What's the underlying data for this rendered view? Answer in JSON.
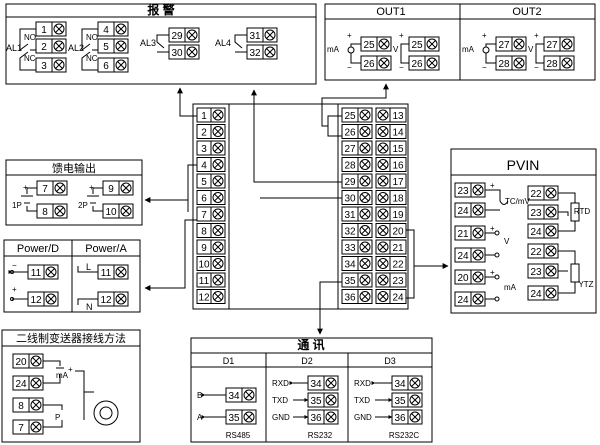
{
  "alarm": {
    "title": "报 警",
    "groups": [
      {
        "label": "AL1",
        "no": "NO",
        "nc": "NC",
        "terms": [
          "1",
          "2",
          "3"
        ]
      },
      {
        "label": "AL2",
        "no": "NO",
        "nc": "NC",
        "terms": [
          "4",
          "5",
          "6"
        ]
      }
    ],
    "al3": {
      "label": "AL3",
      "terms": [
        "29",
        "30"
      ]
    },
    "al4": {
      "label": "AL4",
      "terms": [
        "31",
        "32"
      ]
    }
  },
  "out": {
    "out1": {
      "title": "OUT1",
      "ma": "mA",
      "v": "V",
      "terms": [
        "25",
        "26"
      ]
    },
    "out2": {
      "title": "OUT2",
      "ma": "mA",
      "v": "V",
      "terms": [
        "27",
        "28"
      ]
    }
  },
  "feed": {
    "title": "馈电输出",
    "p1": {
      "label": "1P",
      "terms": [
        "7",
        "8"
      ]
    },
    "p2": {
      "label": "2P",
      "terms": [
        "9",
        "10"
      ]
    }
  },
  "power": {
    "d_title": "Power/D",
    "a_title": "Power/A",
    "d_terms": [
      "11",
      "12"
    ],
    "a_terms": [
      "11",
      "12"
    ],
    "a_l": "L",
    "a_n": "N"
  },
  "twowire": {
    "title": "二线制变送器接线方法",
    "terms": [
      "20",
      "24",
      "8",
      "7"
    ],
    "ma": "mA",
    "p": "P"
  },
  "comm": {
    "title": "通 讯",
    "d1": {
      "head": "D1",
      "lines": [
        {
          "sig": "B",
          "term": "34"
        },
        {
          "sig": "A",
          "term": "35"
        }
      ],
      "std": "RS485"
    },
    "d2": {
      "head": "D2",
      "lines": [
        {
          "sig": "RXD",
          "term": "34"
        },
        {
          "sig": "TXD",
          "term": "35"
        },
        {
          "sig": "GND",
          "term": "36"
        }
      ],
      "std": "RS232"
    },
    "d3": {
      "head": "D3",
      "lines": [
        {
          "sig": "RXD",
          "term": "34"
        },
        {
          "sig": "TXD",
          "term": "35"
        },
        {
          "sig": "GND",
          "term": "36"
        }
      ],
      "std": "RS232C"
    }
  },
  "pvin": {
    "title": "PVIN",
    "tc": {
      "label": "TC/mV",
      "terms": [
        "23",
        "24"
      ]
    },
    "rtd": {
      "label": "RTD",
      "terms": [
        "22",
        "23",
        "24"
      ]
    },
    "v": {
      "label": "V",
      "terms": [
        "21",
        "24"
      ]
    },
    "ytz": {
      "label": "YTZ",
      "terms": [
        "22",
        "23",
        "24"
      ]
    },
    "ma": {
      "label": "mA",
      "terms": [
        "20",
        "24"
      ]
    }
  },
  "block": {
    "left": [
      "1",
      "2",
      "3",
      "4",
      "5",
      "6",
      "7",
      "8",
      "9",
      "10",
      "11",
      "12"
    ],
    "right_inner": [
      "25",
      "26",
      "27",
      "28",
      "29",
      "30",
      "31",
      "32",
      "33",
      "34",
      "35",
      "36"
    ],
    "right_outer": [
      "13",
      "14",
      "15",
      "16",
      "17",
      "18",
      "19",
      "20",
      "21",
      "22",
      "23",
      "24"
    ]
  }
}
